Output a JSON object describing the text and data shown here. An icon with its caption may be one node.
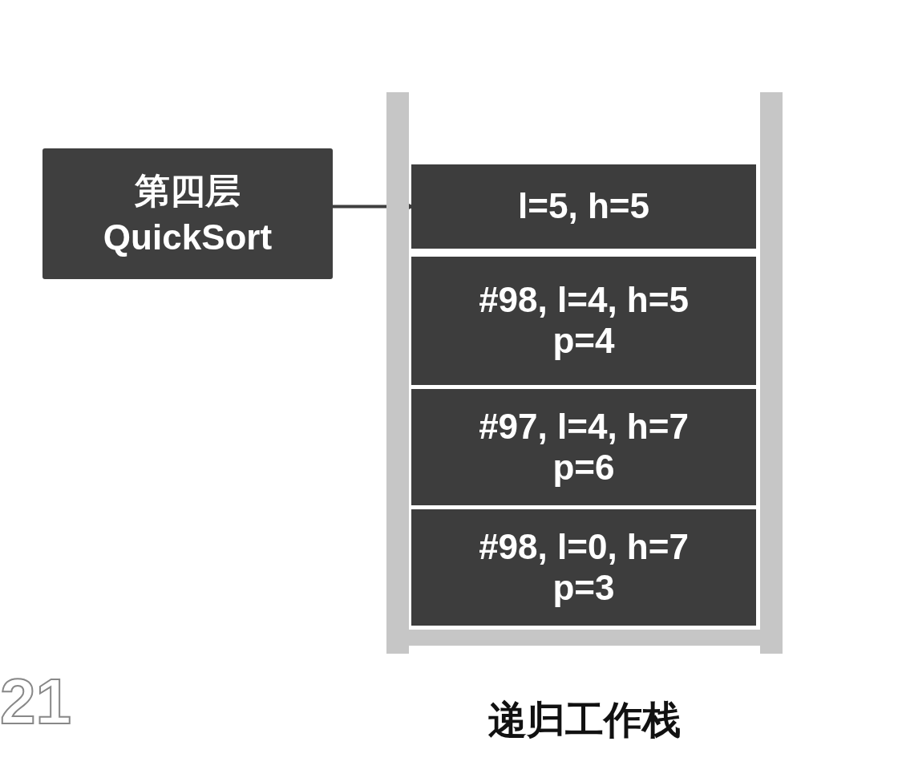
{
  "diagram": {
    "nodes": [
      {
        "text": [
          "第四层",
          "QuickSort"
        ]
      },
      {
        "text": [
          "递归工作栈"
        ]
      },
      {
        "text": [
          "l=5, h=5"
        ],
        "in": 1
      },
      {
        "text": [
          "#98, l=4, h=5",
          "p=4"
        ],
        "in": 1
      },
      {
        "text": [
          "#97, l=4, h=7",
          "p=6"
        ],
        "in": 1
      },
      {
        "text": [
          "#98, l=0, h=7",
          "p=3"
        ],
        "in": 1
      }
    ],
    "edges": [
      {
        "from": 0,
        "to": 2,
        "arrow": "to"
      }
    ],
    "labels": [
      "21"
    ]
  }
}
